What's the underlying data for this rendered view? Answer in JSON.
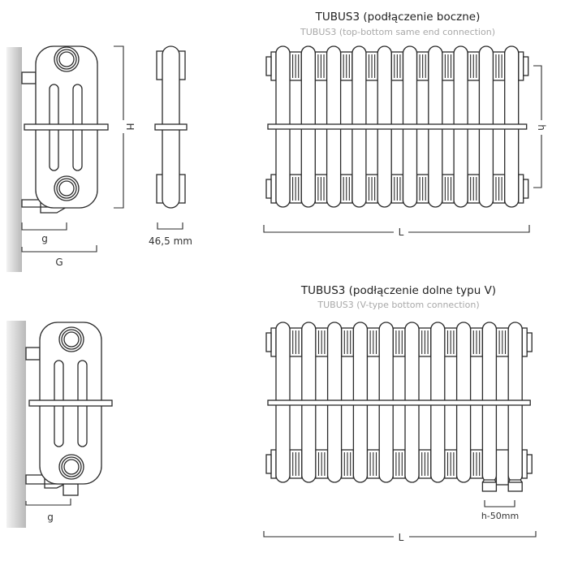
{
  "sections": [
    {
      "title": "TUBUS3 (podłączenie boczne)",
      "subtitle": "TUBUS3 (top-bottom same end connection)"
    },
    {
      "title": "TUBUS3 (podłączenie dolne typu V)",
      "subtitle": "TUBUS3 (V-type bottom connection)"
    }
  ],
  "dimensions": {
    "height": "H",
    "wall_gap": "g",
    "total_depth": "G",
    "section_width": "46,5 mm",
    "connection_spacing": "h",
    "length": "L",
    "v_connection_spacing": "h-50mm"
  },
  "columns_per_radiator": 10,
  "colors": {
    "line": "#2a2a2a",
    "wall": "#c8c8c8",
    "subtitle": "#a8a8a8"
  }
}
